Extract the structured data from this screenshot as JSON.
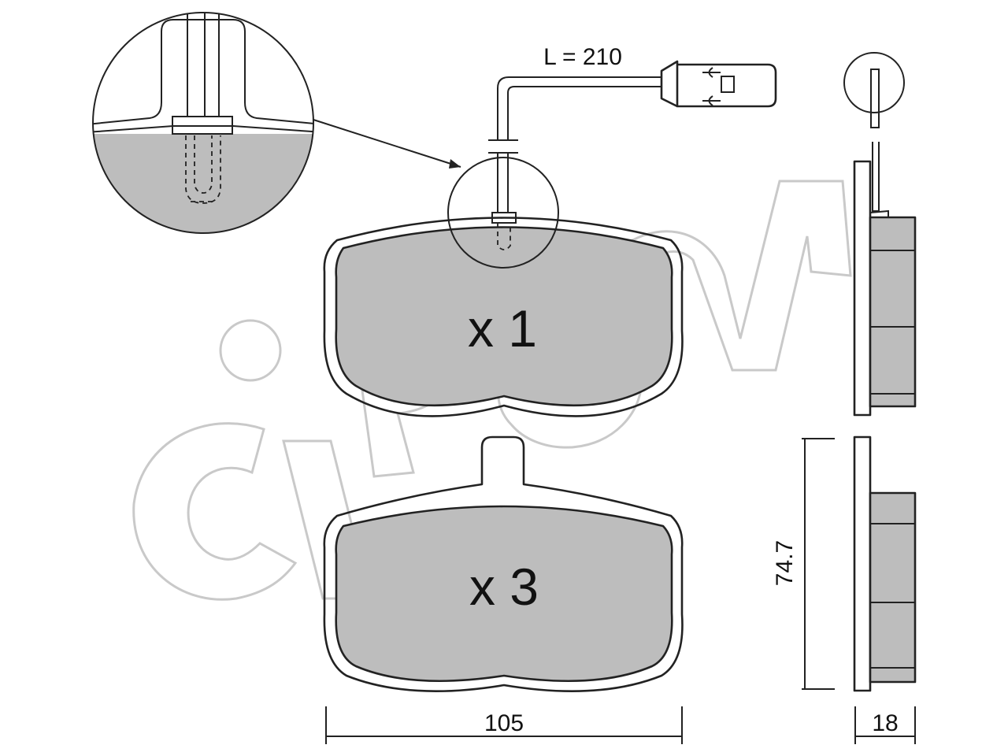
{
  "labels": {
    "qty_top": "x 1",
    "qty_bottom": "x 3",
    "wire_length": "L = 210",
    "width_dim": "105",
    "height_dim": "74.7",
    "thickness_dim": "18"
  },
  "watermark": {
    "brand": "cifam"
  },
  "colors": {
    "line": "#222222",
    "pad_fill": "#bdbdbd",
    "detail_fill": "#bdbdbd",
    "watermark": "#c9c9c9",
    "background": "#ffffff"
  }
}
